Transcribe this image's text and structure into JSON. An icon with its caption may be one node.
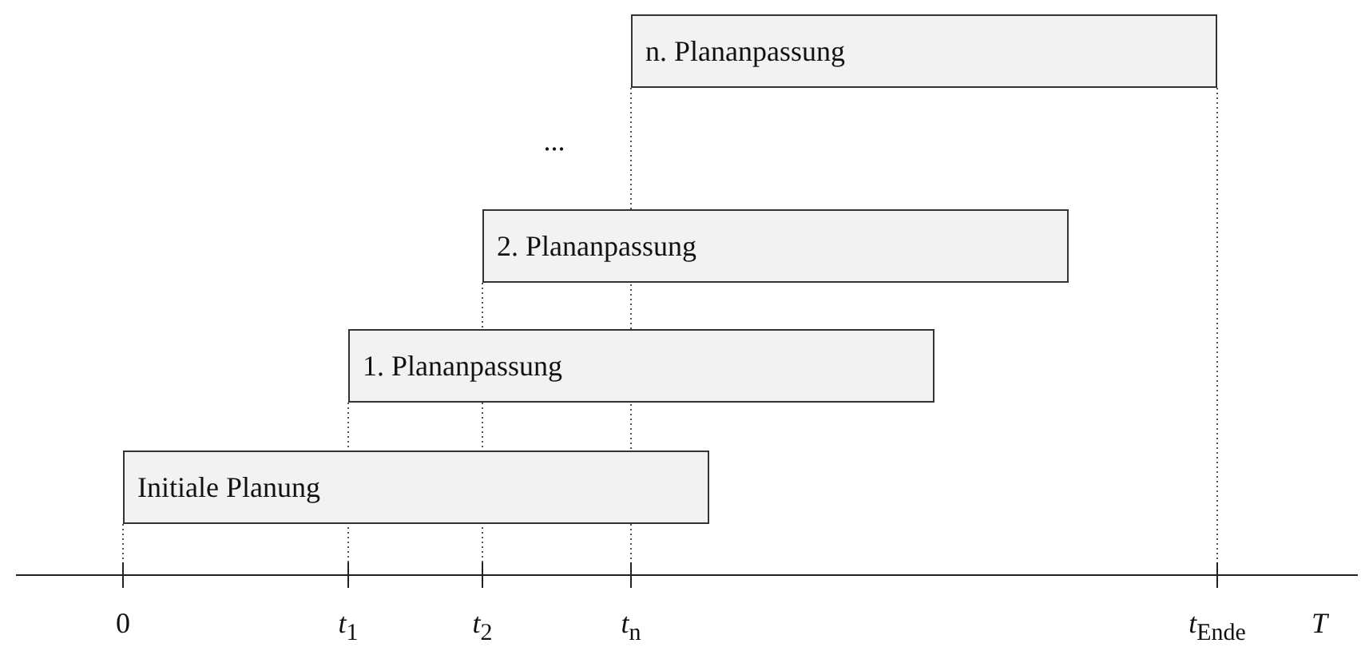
{
  "diagram": {
    "nodes": [
      {
        "text": [
          "n. Plananpassung"
        ]
      },
      {
        "text": [
          "2. Plananpassung"
        ]
      },
      {
        "text": [
          "1. Plananpassung"
        ]
      },
      {
        "text": [
          "Initiale Planung"
        ]
      }
    ],
    "edges": [],
    "labels": [
      "...",
      "0",
      "*t*$_{1}$",
      "*t*$_{2}$",
      "*t*$_{n}$",
      "*t*$_{Ende}$",
      "T"
    ]
  }
}
